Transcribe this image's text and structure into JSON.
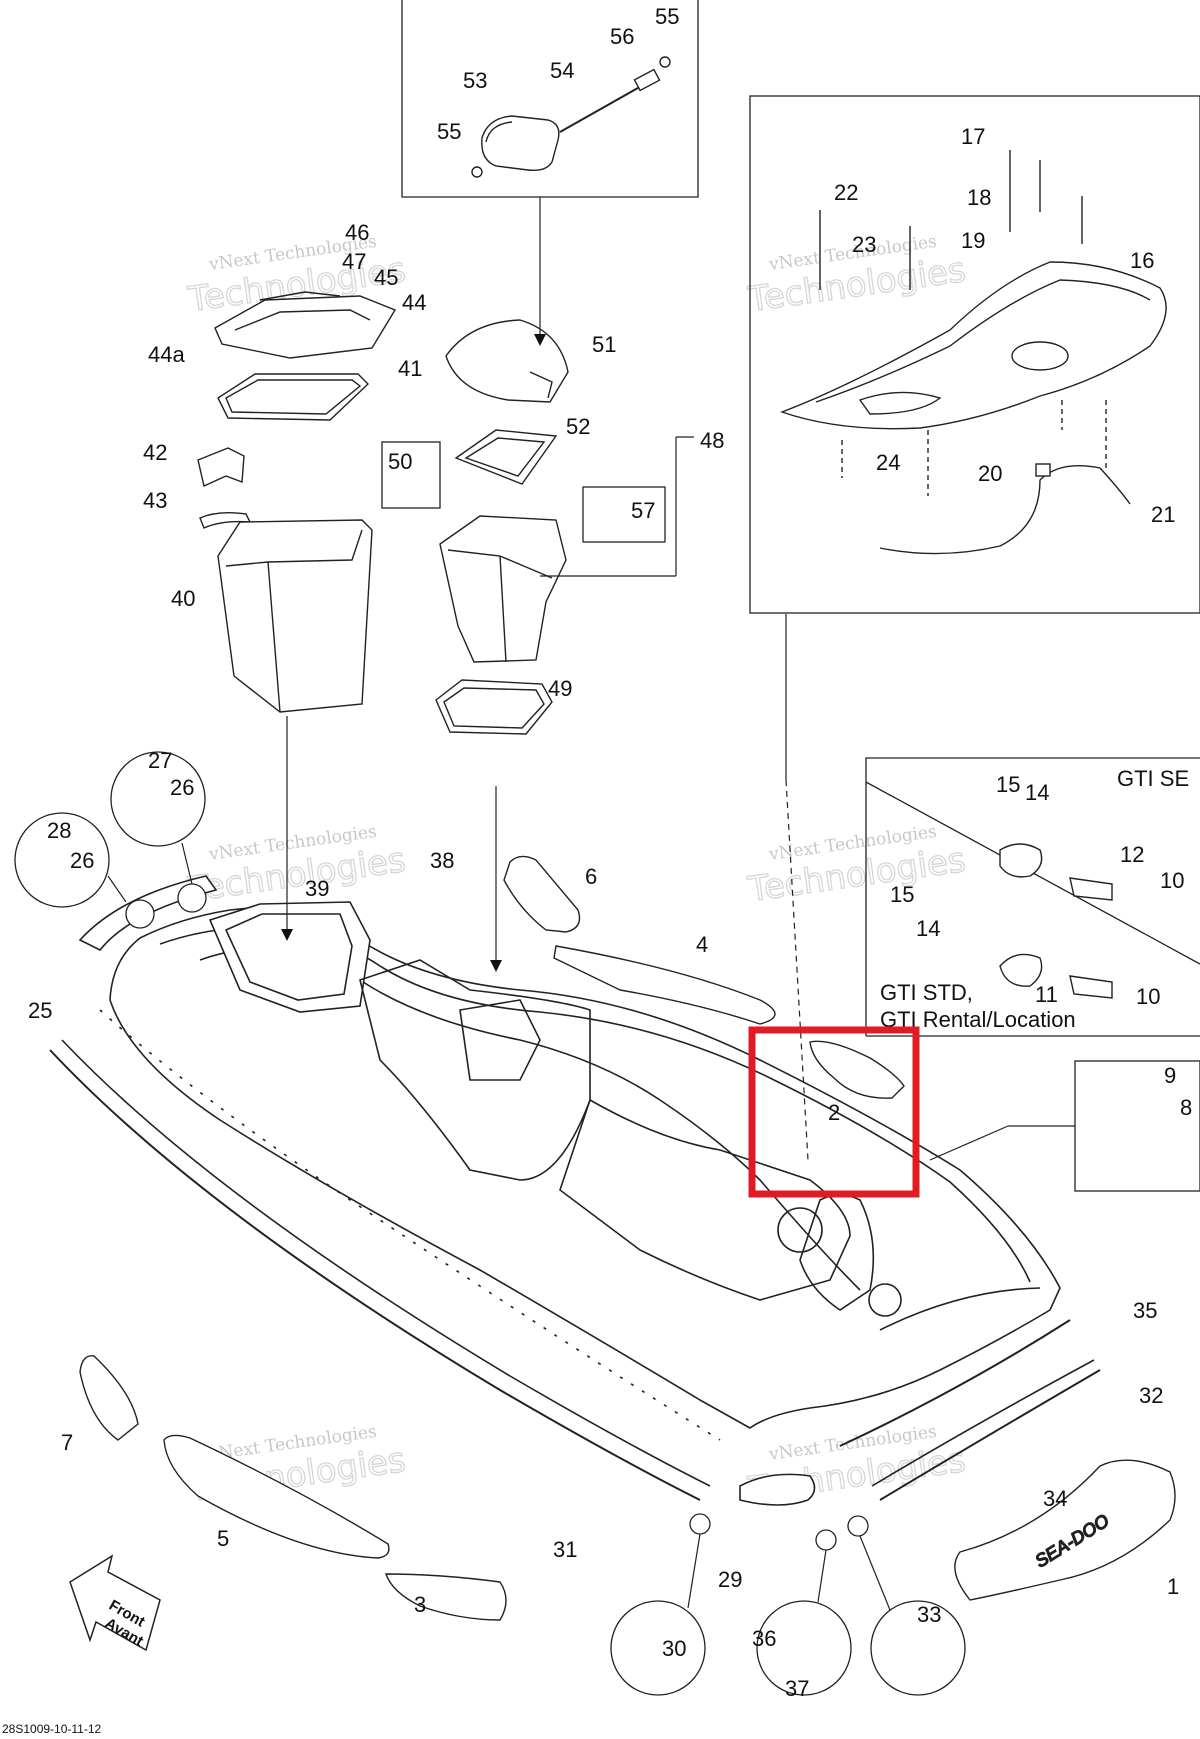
{
  "box_labels": {
    "gti_se": "GTI SE",
    "gti_std_line1": "GTI STD,",
    "gti_std_line2": "GTI Rental/Location"
  },
  "parts": {
    "p1": "1",
    "p2": "2",
    "p3": "3",
    "p4": "4",
    "p5": "5",
    "p6": "6",
    "p7": "7",
    "p8": "8",
    "p9": "9",
    "p10a": "10",
    "p10b": "10",
    "p11": "11",
    "p12": "12",
    "p14a": "14",
    "p14b": "14",
    "p15a": "15",
    "p15b": "15",
    "p16": "16",
    "p17": "17",
    "p18": "18",
    "p19": "19",
    "p20": "20",
    "p21": "21",
    "p22": "22",
    "p23": "23",
    "p24": "24",
    "p25": "25",
    "p26a": "26",
    "p26b": "26",
    "p27": "27",
    "p28": "28",
    "p29": "29",
    "p30": "30",
    "p31": "31",
    "p32": "32",
    "p33": "33",
    "p34": "34",
    "p35": "35",
    "p36": "36",
    "p37": "37",
    "p38": "38",
    "p39": "39",
    "p40": "40",
    "p41": "41",
    "p42": "42",
    "p43": "43",
    "p44": "44",
    "p44a": "44a",
    "p45": "45",
    "p46": "46",
    "p47": "47",
    "p48": "48",
    "p49": "49",
    "p50": "50",
    "p51": "51",
    "p52": "52",
    "p53": "53",
    "p54": "54",
    "p55a": "55",
    "p55b": "55",
    "p56": "56",
    "p57": "57"
  },
  "watermark": {
    "line1": "vNext Technologies",
    "line2": "Technologies"
  },
  "front_arrow": {
    "line1": "Front",
    "line2": "Avant"
  },
  "decal_text": "SEA-DOO",
  "footer_code": "28S1009-10-11-12",
  "highlight": {
    "target_part": "2",
    "color": "#e01b24"
  }
}
